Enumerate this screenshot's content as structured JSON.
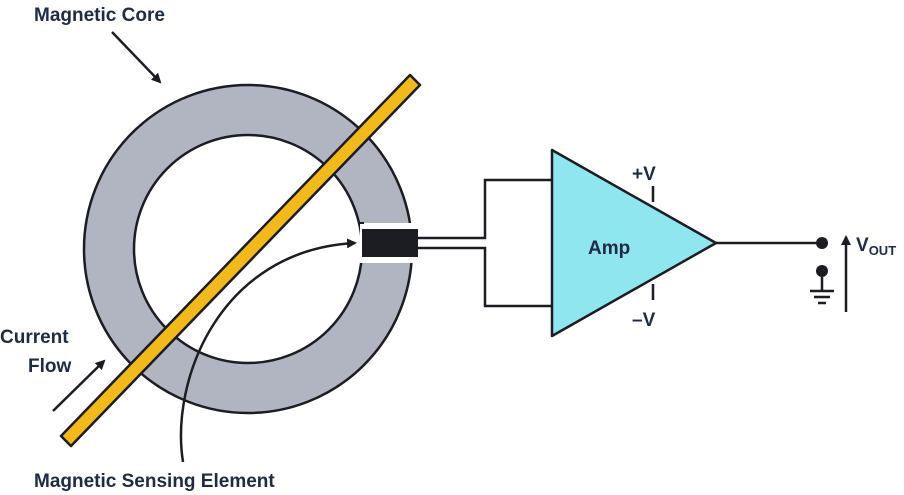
{
  "labels": {
    "magnetic_core": "Magnetic Core",
    "current_line1": "Current",
    "current_line2": "Flow",
    "sensing_element": "Magnetic Sensing Element",
    "amp": "Amp",
    "plus_v": "+V",
    "minus_v": "–V",
    "vout_main": "V",
    "vout_sub": "OUT"
  },
  "colors": {
    "core": "#b1b5c1",
    "conductor": "#f2b91c",
    "amp_fill": "#8fe6ef",
    "sensor": "#1b1d22",
    "line": "#1b1d22",
    "text": "#1f2a44"
  }
}
